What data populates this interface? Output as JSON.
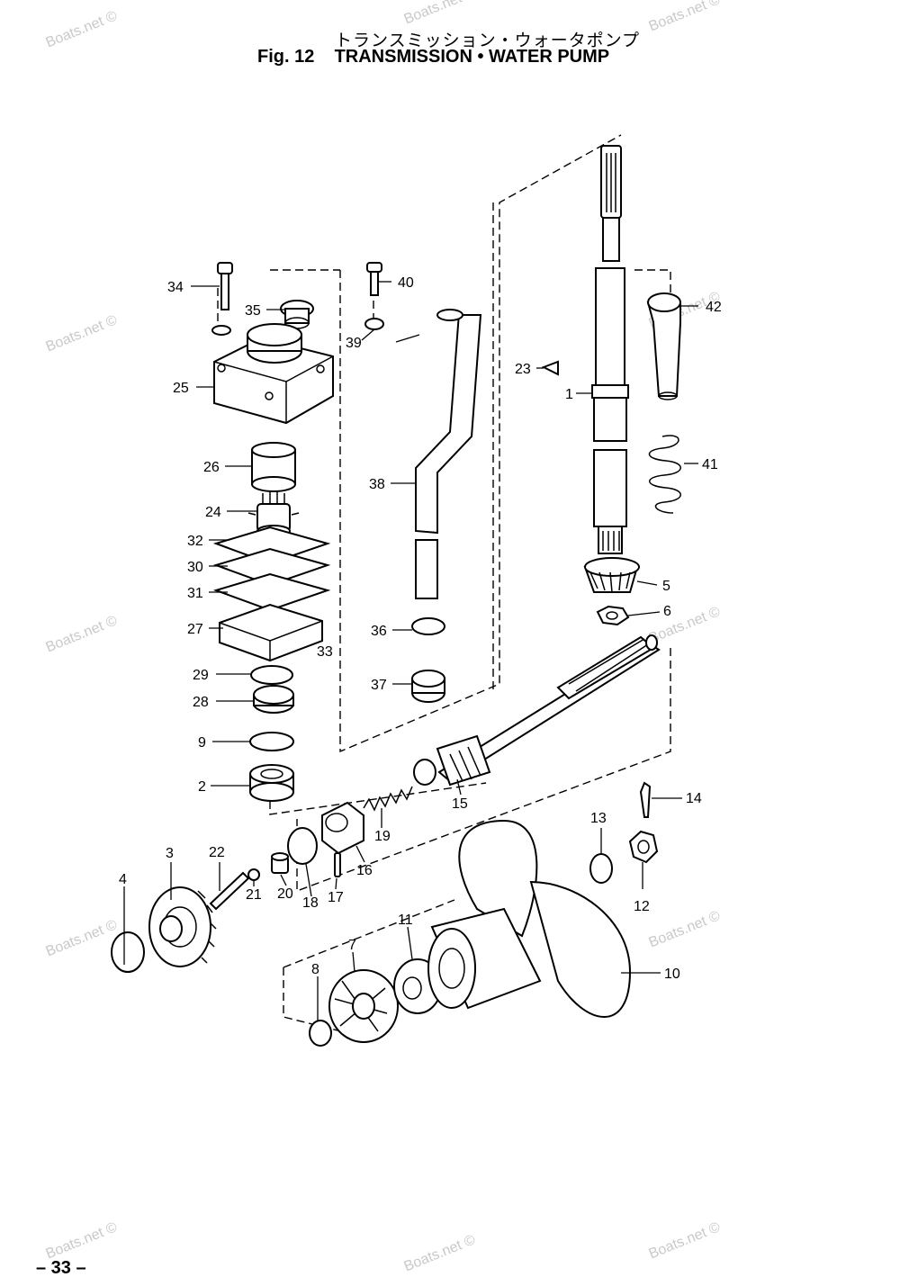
{
  "title_jp": "トランスミッション・ウォータポンプ",
  "title_en": "Fig. 12    TRANSMISSION • WATER PUMP",
  "page_number": "– 33 –",
  "watermark": "Boats.net ©",
  "callouts": {
    "p1": "1",
    "p2": "2",
    "p3": "3",
    "p4": "4",
    "p5": "5",
    "p6": "6",
    "p7": "7",
    "p8": "8",
    "p9": "9",
    "p10": "10",
    "p11": "11",
    "p12": "12",
    "p13": "13",
    "p14": "14",
    "p15": "15",
    "p16": "16",
    "p17": "17",
    "p18": "18",
    "p19": "19",
    "p20": "20",
    "p21": "21",
    "p22": "22",
    "p23": "23",
    "p24": "24",
    "p25": "25",
    "p26": "26",
    "p27": "27",
    "p28": "28",
    "p29": "29",
    "p30": "30",
    "p31": "31",
    "p32": "32",
    "p33": "33",
    "p34": "34",
    "p35": "35",
    "p36": "36",
    "p37": "37",
    "p38": "38",
    "p39": "39",
    "p40": "40",
    "p41": "41",
    "p42": "42"
  }
}
